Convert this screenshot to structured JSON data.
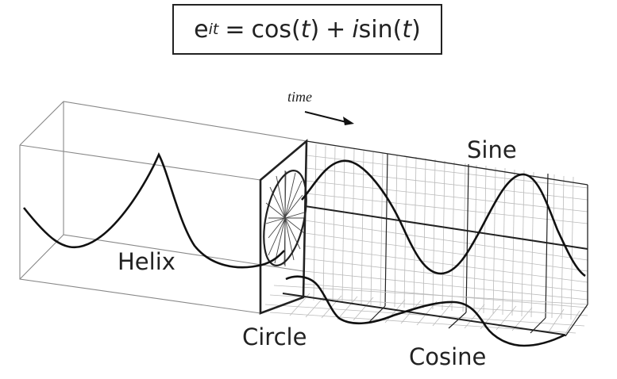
{
  "formula": {
    "base": "e",
    "exponent": "it",
    "eq": "=",
    "cos": "cos(",
    "var1": "t",
    "close1": ")",
    "plus": "+",
    "imag": "i",
    "sin": "sin(",
    "var2": "t",
    "close2": ")"
  },
  "labels": {
    "time": "time",
    "sine": "Sine",
    "helix": "Helix",
    "circle": "Circle",
    "cosine": "Cosine"
  },
  "colors": {
    "ink": "#222222",
    "grid": "#bbbbbb",
    "box": "#888888"
  }
}
